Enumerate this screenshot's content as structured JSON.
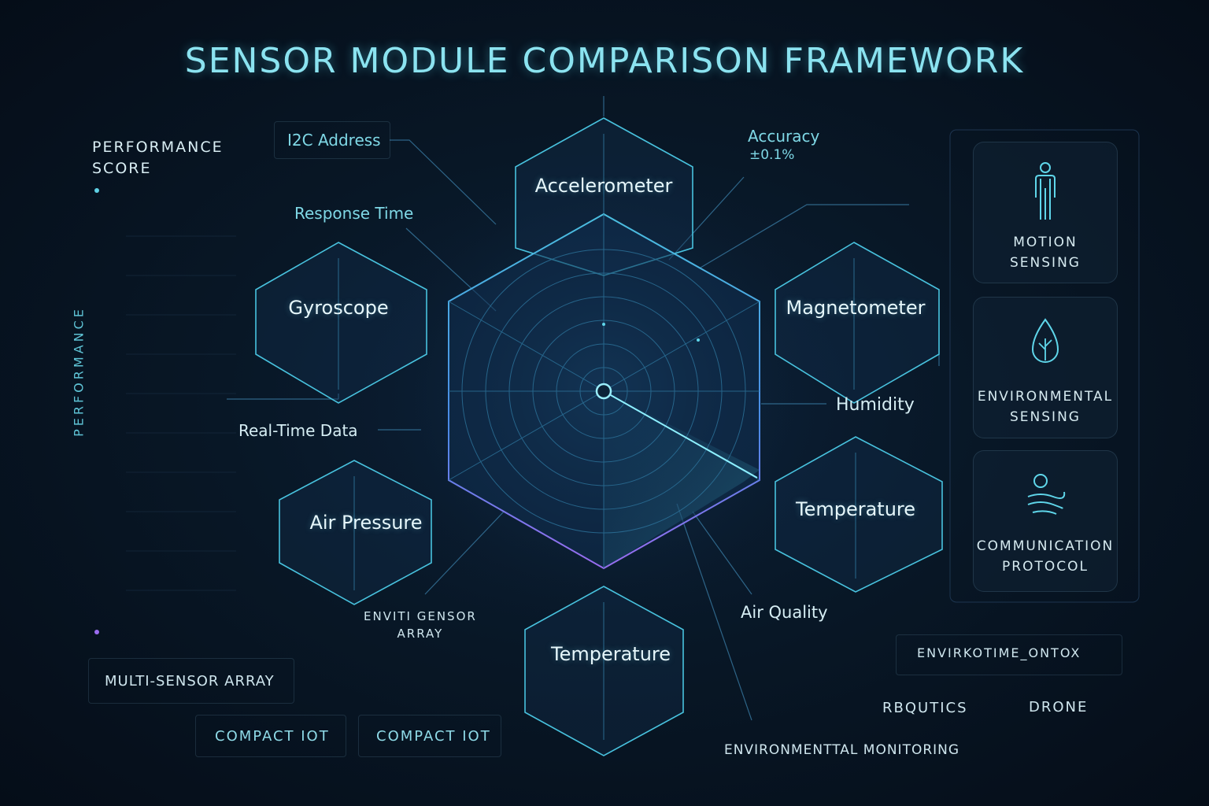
{
  "title": "SENSOR MODULE COMPARISON FRAMEWORK",
  "axis": {
    "score_label": "PERFORMANCE\nSCORE",
    "vertical_label": "PERFORMANCE"
  },
  "hexagons": {
    "accelerometer": "Accelerometer",
    "gyroscope": "Gyroscope",
    "magnetometer": "Magnetometer",
    "air_pressure": "Air Pressure",
    "temperature_right": "Temperature",
    "temperature_bottom": "Temperature"
  },
  "annotations": {
    "i2c_address": "I2C Address",
    "accuracy": "Accuracy",
    "accuracy_value": "±0.1%",
    "response_time": "Response Time",
    "real_time_data": "Real-Time Data",
    "humidity": "Humidity",
    "air_quality": "Air Quality",
    "env_sensor_array": "ENVITI GENSOR\nARRAY"
  },
  "categories": [
    {
      "label": "MOTION\nSENSING",
      "icon": "person-icon"
    },
    {
      "label": "ENVIRONMENTAL\nSENSING",
      "icon": "leaf-drop-icon"
    },
    {
      "label": "COMMUNICATION\nPROTOCOL",
      "icon": "signal-wave-icon"
    }
  ],
  "applications": {
    "multi_sensor": "MULTI-SENSOR ARRAY",
    "compact_iot_1": "COMPACT IOT",
    "compact_iot_2": "COMPACT IOT",
    "envir_onto": "ENVIRKOTIME_ONTOX",
    "robotics": "RBQUTICS",
    "drone": "DRONE",
    "env_monitoring": "ENVIRONMENTTAL MONITORING"
  },
  "colors": {
    "background": "#06111e",
    "accent_cyan": "#5fd6ea",
    "accent_violet": "#9a6cf0",
    "hex_stroke": "#3fb6d4"
  }
}
